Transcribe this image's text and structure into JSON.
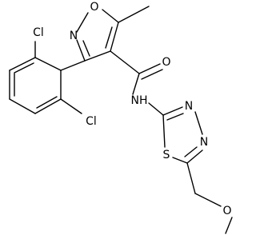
{
  "atom_labels": {
    "o_isoxazole": "O",
    "n_isoxazole": "N",
    "cl_top": "Cl",
    "cl_bottom": "Cl",
    "o_carbonyl": "O",
    "amide_nh": "NH",
    "n_thiadiazole_left": "N",
    "n_thiadiazole_right": "N",
    "s_thiadiazole": "S",
    "o_ether": "O"
  },
  "colors": {
    "bond": "#000000",
    "text": "#000000",
    "background": "#ffffff"
  }
}
